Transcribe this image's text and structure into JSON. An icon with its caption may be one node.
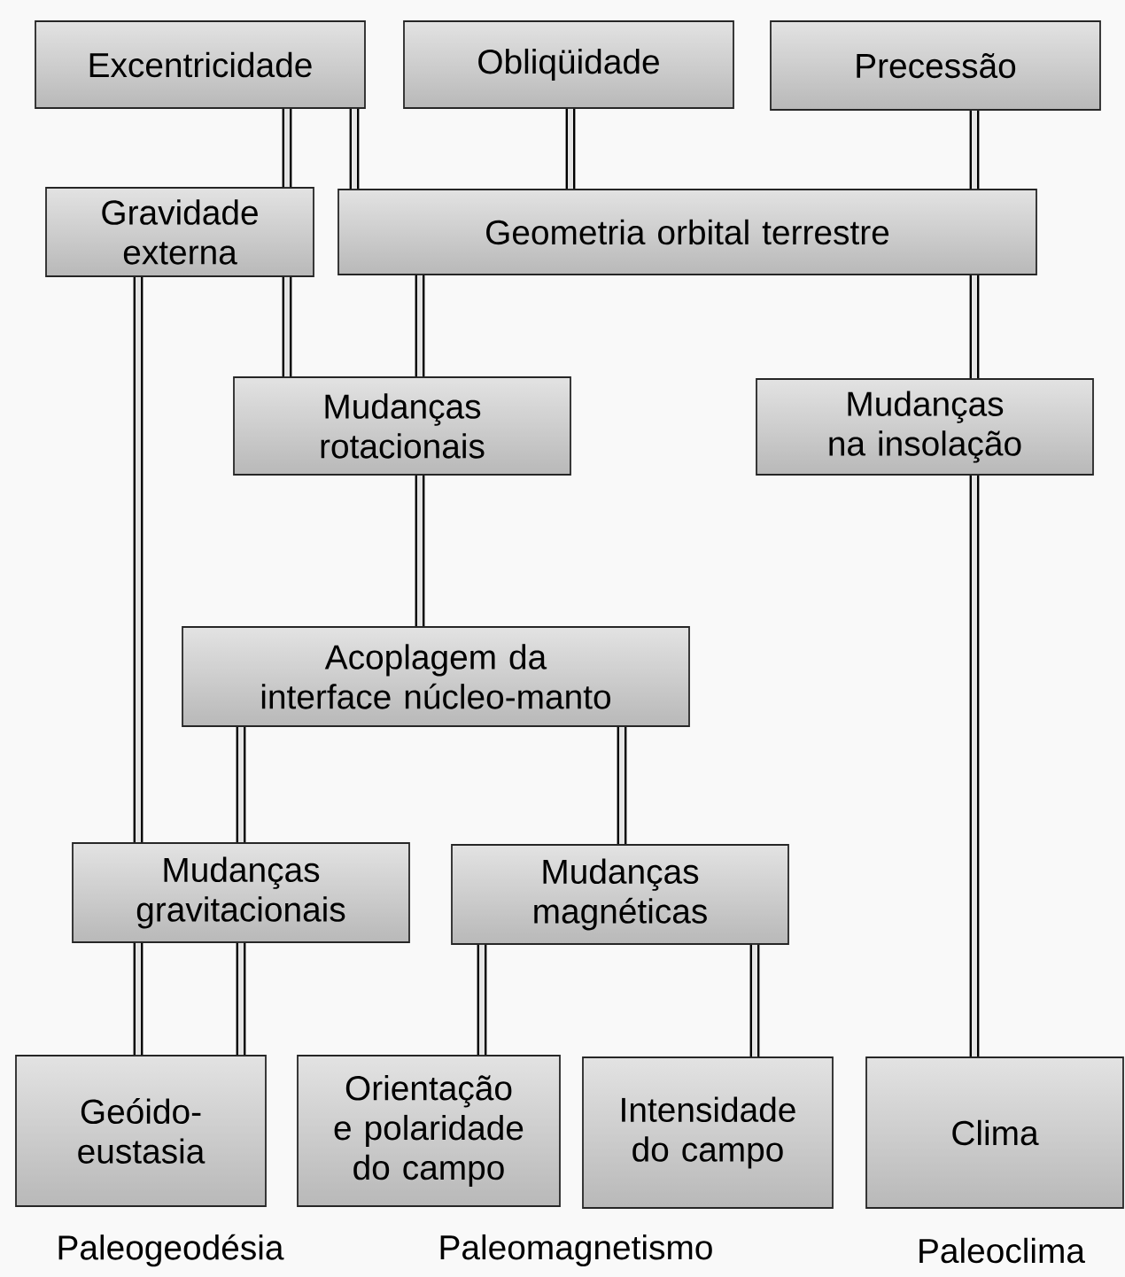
{
  "diagram": {
    "nodes": [
      {
        "text": [
          "Excentricidade"
        ]
      },
      {
        "text": [
          "Obliqüidade"
        ]
      },
      {
        "text": [
          "Precessão"
        ]
      },
      {
        "text": [
          "Gravidade externa"
        ]
      },
      {
        "text": [
          "Geometria orbital terrestre"
        ]
      },
      {
        "text": [
          "Mudanças rotacionais"
        ]
      },
      {
        "text": [
          "Mudanças na insolação"
        ]
      },
      {
        "text": [
          "Acoplagem da interface núcleo-manto"
        ]
      },
      {
        "text": [
          "Mudanças gravitacionais"
        ]
      },
      {
        "text": [
          "Mudanças magnéticas"
        ]
      },
      {
        "text": [
          "Geóido-eustasia"
        ]
      },
      {
        "text": [
          "Orientação e polaridade do campo"
        ]
      },
      {
        "text": [
          "Intensidade do campo"
        ]
      },
      {
        "text": [
          "Clima"
        ]
      }
    ],
    "edges": [
      {
        "from": 0,
        "to": 3,
        "arrow": "none"
      },
      {
        "from": 0,
        "to": 4,
        "arrow": "none"
      },
      {
        "from": 1,
        "to": 4,
        "arrow": "none"
      },
      {
        "from": 2,
        "to": 4,
        "arrow": "none"
      },
      {
        "from": 3,
        "to": 5,
        "arrow": "none"
      },
      {
        "from": 4,
        "to": 5,
        "arrow": "none"
      },
      {
        "from": 4,
        "to": 6,
        "arrow": "none"
      },
      {
        "from": 3,
        "to": 8,
        "arrow": "none"
      },
      {
        "from": 5,
        "to": 7,
        "arrow": "none"
      },
      {
        "from": 6,
        "to": 13,
        "arrow": "none"
      },
      {
        "from": 7,
        "to": 8,
        "arrow": "none"
      },
      {
        "from": 7,
        "to": 9,
        "arrow": "none"
      },
      {
        "from": 8,
        "to": 10,
        "arrow": "none"
      },
      {
        "from": 8,
        "to": 10,
        "arrow": "none"
      },
      {
        "from": 9,
        "to": 11,
        "arrow": "none"
      },
      {
        "from": 9,
        "to": 12,
        "arrow": "none"
      }
    ],
    "labels": [
      "Paleogeodésia",
      "Paleomagnetismo",
      "Paleoclima"
    ]
  }
}
